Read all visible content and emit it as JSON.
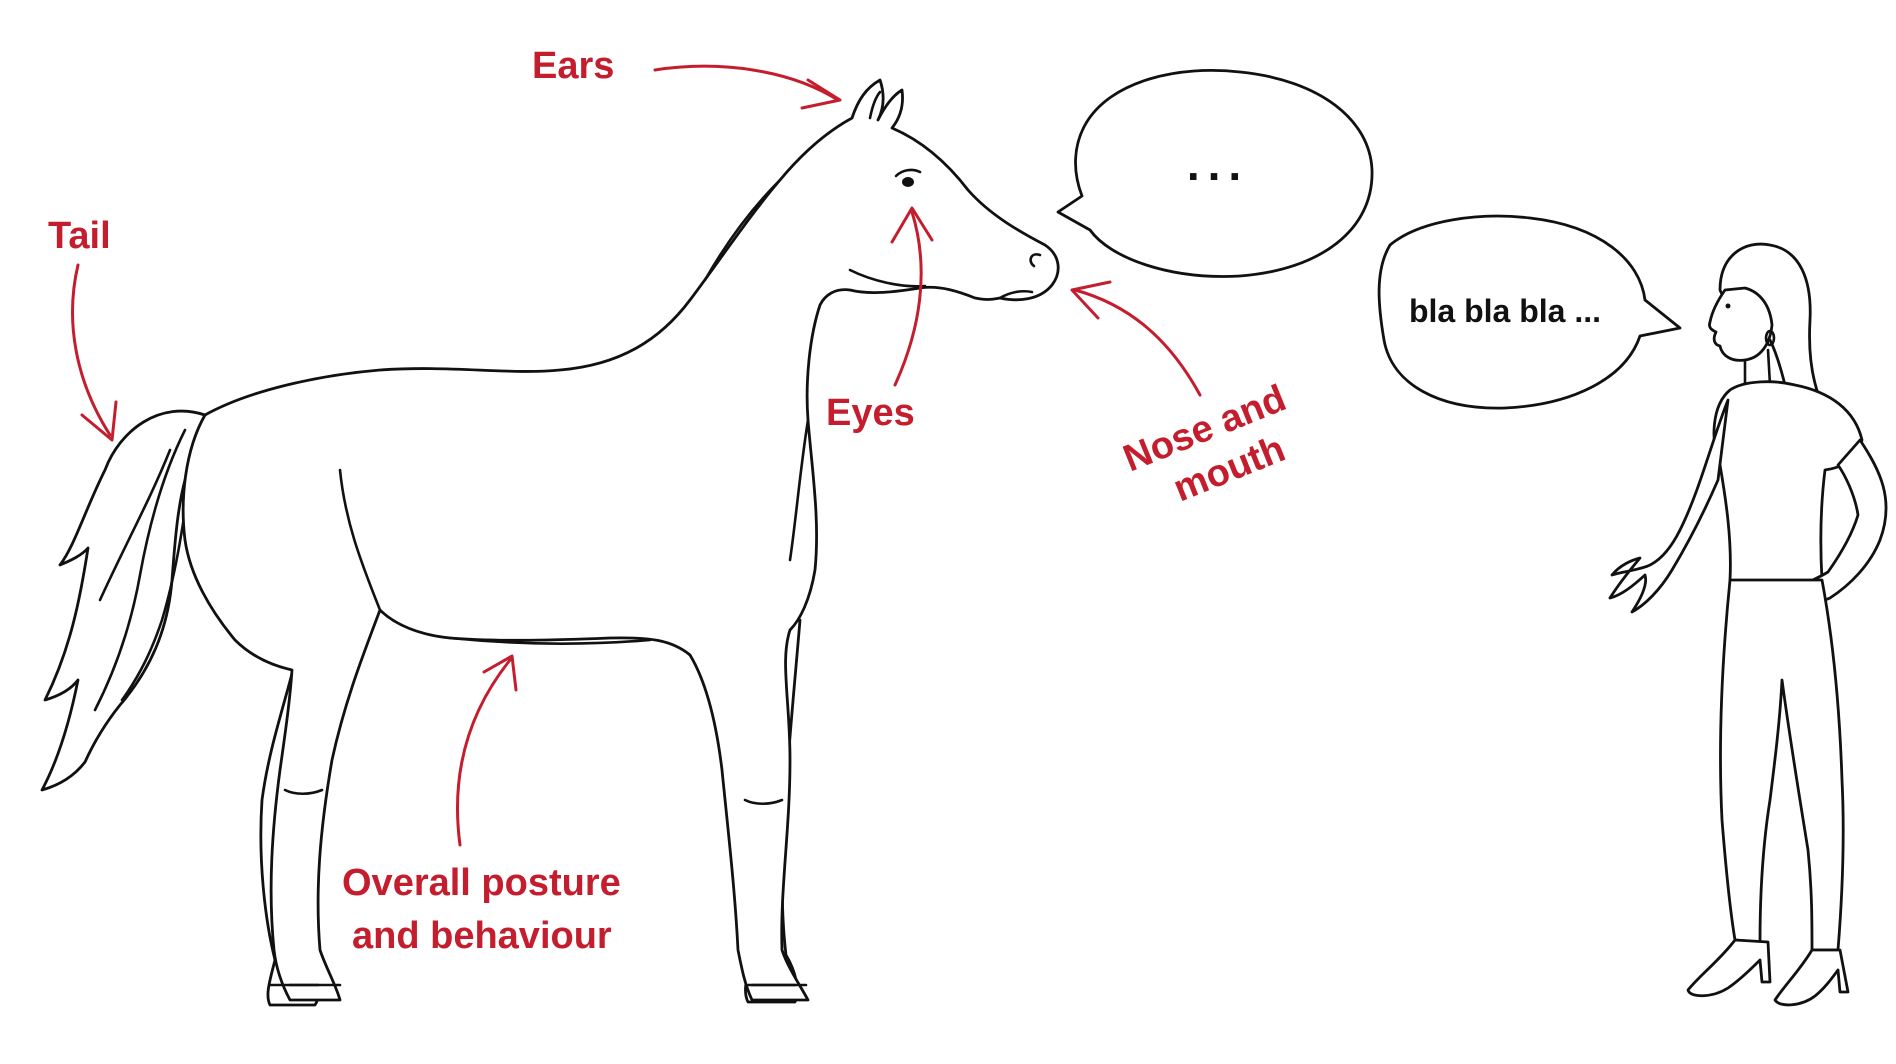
{
  "labels": {
    "ears": "Ears",
    "tail": "Tail",
    "eyes": "Eyes",
    "nose_line1": "Nose and",
    "nose_line2": "mouth",
    "posture_line1": "Overall posture",
    "posture_line2": "and behaviour"
  },
  "bubbles": {
    "horse": "...",
    "woman": "bla bla bla ..."
  },
  "colors": {
    "label": "#c41e2e",
    "ink": "#111111",
    "background": "#ffffff"
  }
}
